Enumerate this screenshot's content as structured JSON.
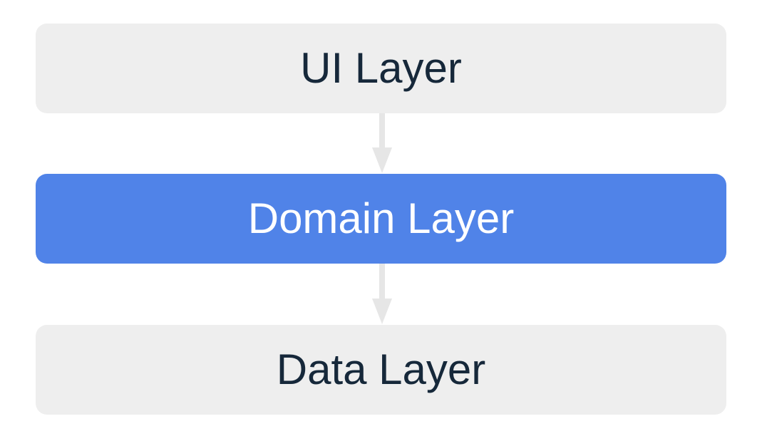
{
  "diagram": {
    "layers": [
      {
        "label": "UI Layer",
        "highlighted": false
      },
      {
        "label": "Domain Layer",
        "highlighted": true
      },
      {
        "label": "Data Layer",
        "highlighted": false
      }
    ],
    "arrows": [
      {
        "from": "UI Layer",
        "to": "Domain Layer"
      },
      {
        "from": "Domain Layer",
        "to": "Data Layer"
      }
    ]
  },
  "colors": {
    "inactive_fill": "#eeeeee",
    "inactive_text": "#16283a",
    "highlight_fill": "#5083e8",
    "highlight_text": "#ffffff",
    "arrow": "#e6e6e6"
  }
}
